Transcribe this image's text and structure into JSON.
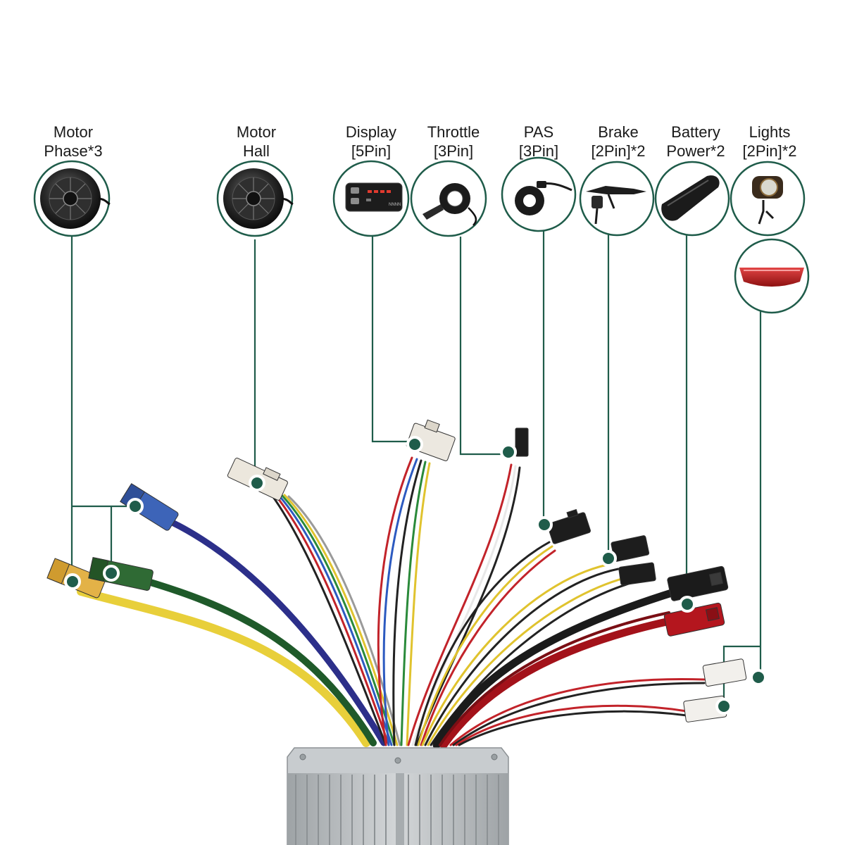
{
  "components": [
    {
      "id": "motor-phase",
      "label_line1": "Motor",
      "label_line2": "Phase*3"
    },
    {
      "id": "motor-hall",
      "label_line1": "Motor",
      "label_line2": "Hall"
    },
    {
      "id": "display",
      "label_line1": "Display",
      "label_line2": "[5Pin]",
      "screen_text": "NNNN"
    },
    {
      "id": "throttle",
      "label_line1": "Throttle",
      "label_line2": "[3Pin]"
    },
    {
      "id": "pas",
      "label_line1": "PAS",
      "label_line2": "[3Pin]"
    },
    {
      "id": "brake",
      "label_line1": "Brake",
      "label_line2": "[2Pin]*2"
    },
    {
      "id": "battery",
      "label_line1": "Battery",
      "label_line2": "Power*2"
    },
    {
      "id": "lights",
      "label_line1": "Lights",
      "label_line2": "[2Pin]*2"
    }
  ],
  "colors": {
    "callout": "#1f5c4a",
    "wire_yellow": "#e8cf3a",
    "wire_green": "#1f5a2a",
    "wire_blue": "#2c2f8a",
    "wire_red": "#a3121a",
    "wire_black": "#1b1b1b",
    "controller": "#b8bcbf"
  }
}
